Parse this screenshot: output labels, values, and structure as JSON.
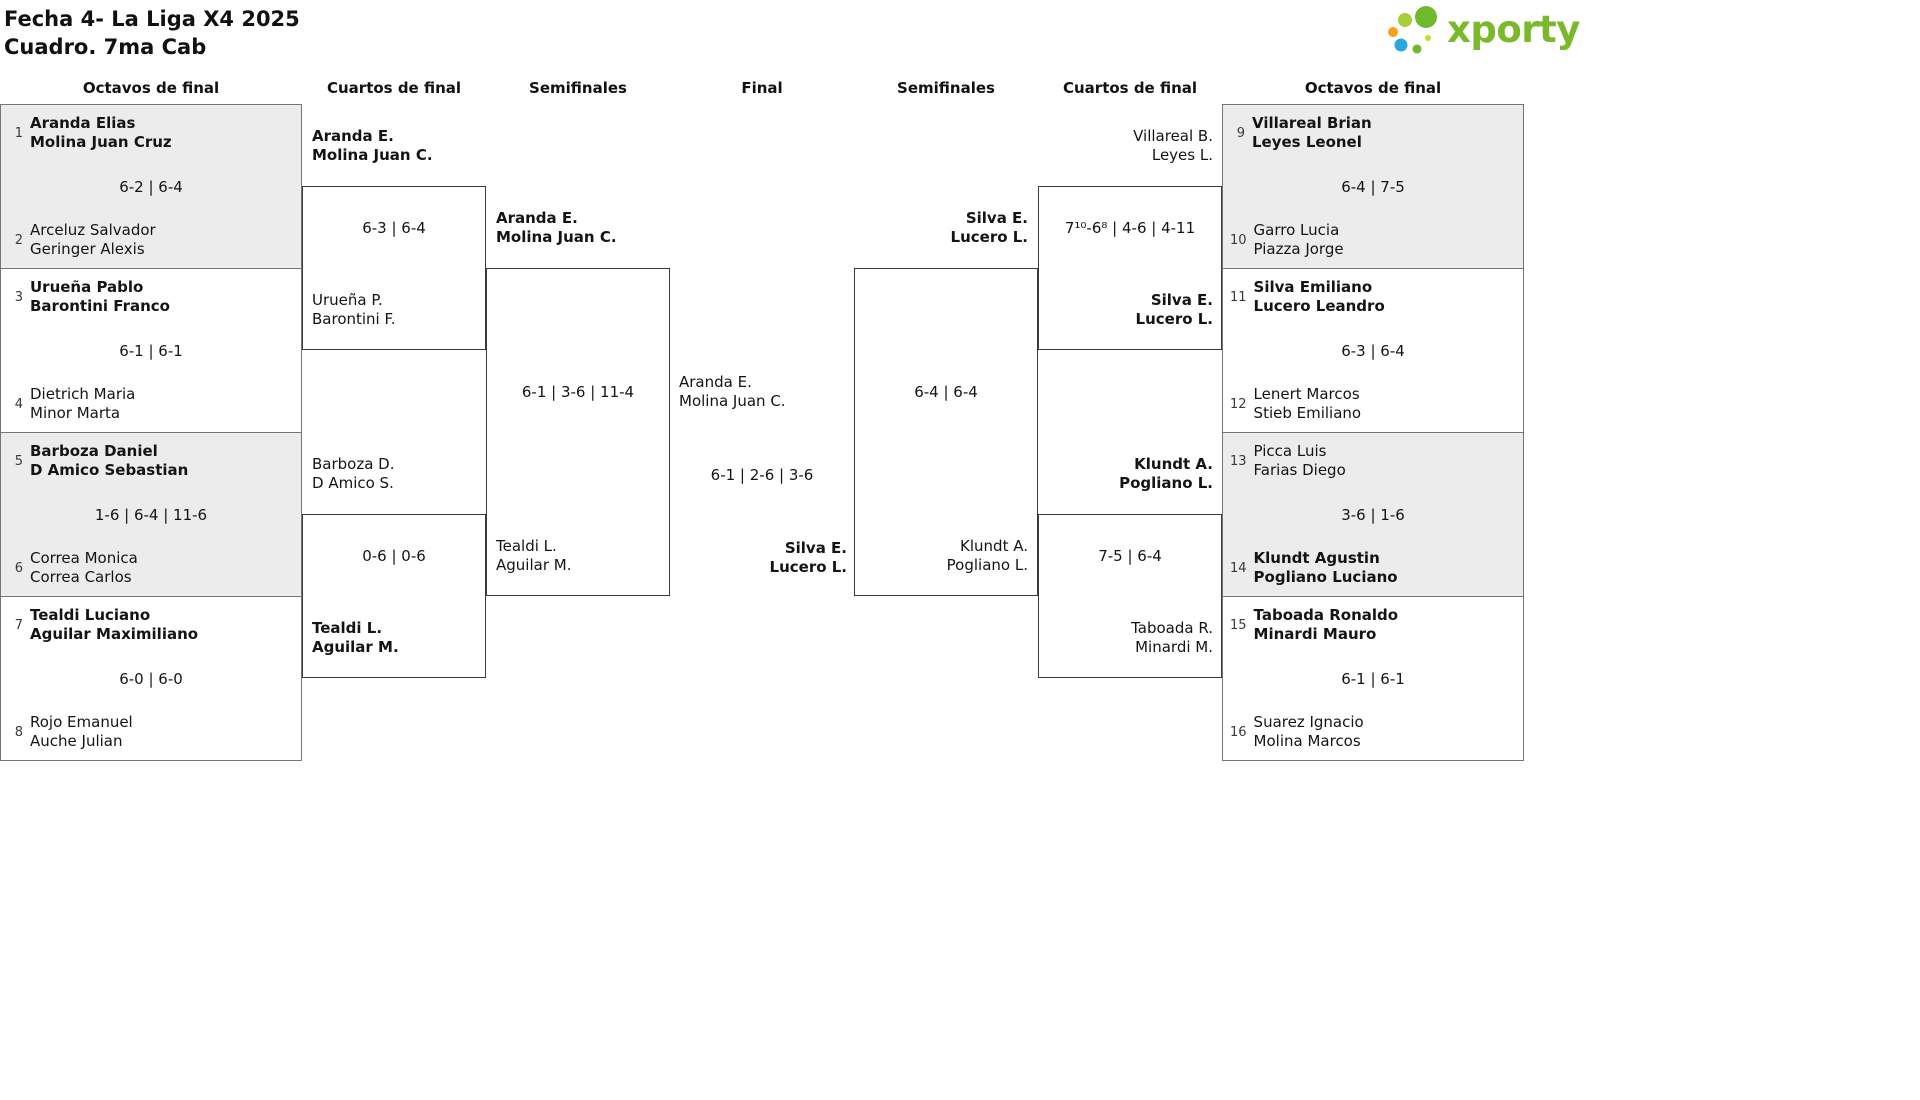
{
  "header": {
    "title_line1": "Fecha 4- La Liga X4 2025",
    "title_line2": "Cuadro. 7ma Cab",
    "logo_text": "xporty"
  },
  "rounds": [
    "Octavos de final",
    "Cuartos de final",
    "Semifinales",
    "Final",
    "Semifinales",
    "Cuartos de final",
    "Octavos de final"
  ],
  "colors": {
    "accent_green": "#7ab929",
    "logo_lime": "#a6ce39",
    "logo_orange": "#f7a11a",
    "logo_blue": "#29a8df",
    "box_gray": "#ececec",
    "line_dark": "#3a3a3a",
    "line_gray": "#757575"
  },
  "r16_left": [
    {
      "score": "6-2 | 6-4",
      "top": {
        "seed": "1",
        "p1": "Aranda Elias",
        "p2": "Molina Juan Cruz",
        "winner": true
      },
      "bottom": {
        "seed": "2",
        "p1": "Arceluz Salvador",
        "p2": "Geringer Alexis",
        "winner": false
      }
    },
    {
      "score": "6-1 | 6-1",
      "top": {
        "seed": "3",
        "p1": "Urueña Pablo",
        "p2": "Barontini Franco",
        "winner": true
      },
      "bottom": {
        "seed": "4",
        "p1": "Dietrich Maria",
        "p2": "Minor Marta",
        "winner": false
      }
    },
    {
      "score": "1-6 | 6-4 | 11-6",
      "top": {
        "seed": "5",
        "p1": "Barboza Daniel",
        "p2": "D Amico Sebastian",
        "winner": true
      },
      "bottom": {
        "seed": "6",
        "p1": "Correa Monica",
        "p2": "Correa Carlos",
        "winner": false
      }
    },
    {
      "score": "6-0 | 6-0",
      "top": {
        "seed": "7",
        "p1": "Tealdi Luciano",
        "p2": "Aguilar Maximiliano",
        "winner": true
      },
      "bottom": {
        "seed": "8",
        "p1": "Rojo Emanuel",
        "p2": "Auche Julian",
        "winner": false
      }
    }
  ],
  "r16_right": [
    {
      "score": "6-4 | 7-5",
      "top": {
        "seed": "9",
        "p1": "Villareal Brian",
        "p2": "Leyes Leonel",
        "winner": true
      },
      "bottom": {
        "seed": "10",
        "p1": "Garro Lucia",
        "p2": "Piazza Jorge",
        "winner": false
      }
    },
    {
      "score": "6-3 | 6-4",
      "top": {
        "seed": "11",
        "p1": "Silva Emiliano",
        "p2": "Lucero Leandro",
        "winner": true
      },
      "bottom": {
        "seed": "12",
        "p1": "Lenert Marcos",
        "p2": "Stieb Emiliano",
        "winner": false
      }
    },
    {
      "score": "3-6 | 1-6",
      "top": {
        "seed": "13",
        "p1": "Picca Luis",
        "p2": "Farias Diego",
        "winner": false
      },
      "bottom": {
        "seed": "14",
        "p1": "Klundt Agustin",
        "p2": "Pogliano Luciano",
        "winner": true
      }
    },
    {
      "score": "6-1 | 6-1",
      "top": {
        "seed": "15",
        "p1": "Taboada Ronaldo",
        "p2": "Minardi Mauro",
        "winner": true
      },
      "bottom": {
        "seed": "16",
        "p1": "Suarez Ignacio",
        "p2": "Molina Marcos",
        "winner": false
      }
    }
  ],
  "qf_left": [
    {
      "score": "6-3 | 6-4",
      "top": {
        "p1": "Aranda E.",
        "p2": "Molina Juan C.",
        "winner": true
      },
      "bottom": {
        "p1": "Urueña P.",
        "p2": "Barontini F.",
        "winner": false
      }
    },
    {
      "score": "0-6 | 0-6",
      "top": {
        "p1": "Barboza D.",
        "p2": "D Amico S.",
        "winner": false
      },
      "bottom": {
        "p1": "Tealdi L.",
        "p2": "Aguilar M.",
        "winner": true
      }
    }
  ],
  "qf_right": [
    {
      "score": "7¹⁰-6⁸ | 4-6 | 4-11",
      "top": {
        "p1": "Villareal B.",
        "p2": "Leyes L.",
        "winner": false
      },
      "bottom": {
        "p1": "Silva E.",
        "p2": "Lucero L.",
        "winner": true
      }
    },
    {
      "score": "7-5 | 6-4",
      "top": {
        "p1": "Klundt A.",
        "p2": "Pogliano L.",
        "winner": true
      },
      "bottom": {
        "p1": "Taboada R.",
        "p2": "Minardi M.",
        "winner": false
      }
    }
  ],
  "sf_left": {
    "score": "6-1 | 3-6 | 11-4",
    "top": {
      "p1": "Aranda E.",
      "p2": "Molina Juan C.",
      "winner": true
    },
    "bottom": {
      "p1": "Tealdi L.",
      "p2": "Aguilar M.",
      "winner": false
    }
  },
  "sf_right": {
    "score": "6-4 | 6-4",
    "top": {
      "p1": "Silva E.",
      "p2": "Lucero L.",
      "winner": true
    },
    "bottom": {
      "p1": "Klundt A.",
      "p2": "Pogliano L.",
      "winner": false
    }
  },
  "final": {
    "score": "6-1 | 2-6 | 3-6",
    "left": {
      "p1": "Aranda E.",
      "p2": "Molina Juan C.",
      "winner": false
    },
    "right": {
      "p1": "Silva E.",
      "p2": "Lucero L.",
      "winner": true
    }
  }
}
